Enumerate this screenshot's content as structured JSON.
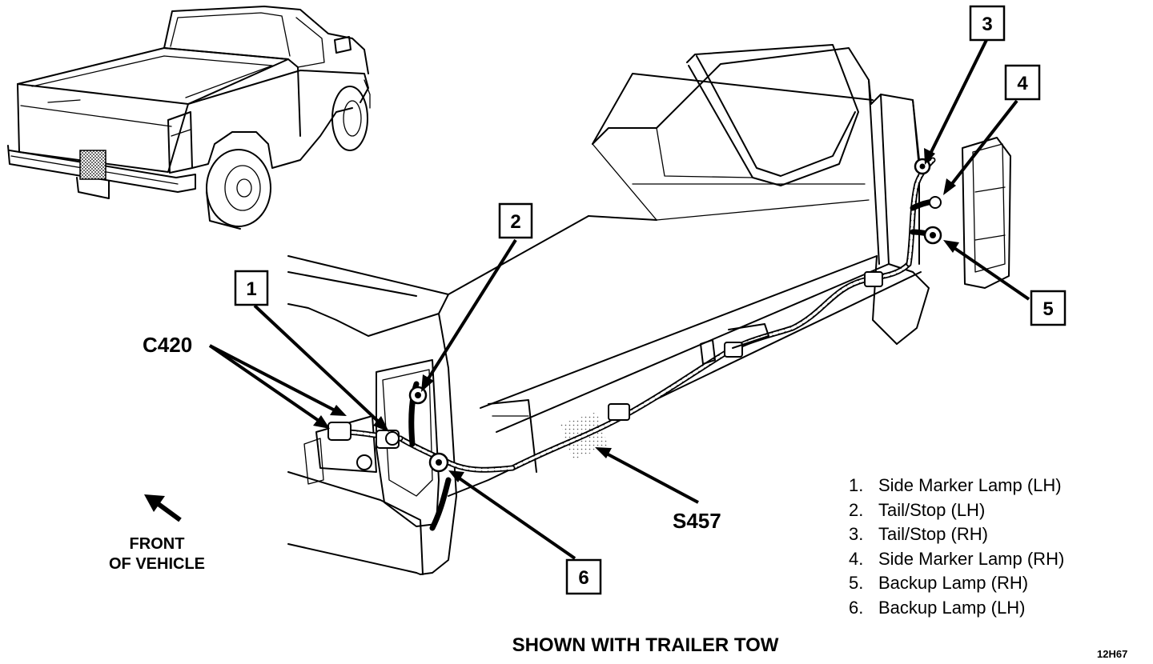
{
  "callouts": [
    {
      "id": "callout-1",
      "number": "1"
    },
    {
      "id": "callout-2",
      "number": "2"
    },
    {
      "id": "callout-3",
      "number": "3"
    },
    {
      "id": "callout-4",
      "number": "4"
    },
    {
      "id": "callout-5",
      "number": "5"
    },
    {
      "id": "callout-6",
      "number": "6"
    }
  ],
  "labels": {
    "connector": "C420",
    "splice": "S457",
    "front_line1": "FRONT",
    "front_line2": "OF VEHICLE",
    "caption": "SHOWN WITH TRAILER TOW",
    "figure_code": "12H67"
  },
  "legend": [
    {
      "num": "1.",
      "text": "Side Marker Lamp (LH)"
    },
    {
      "num": "2.",
      "text": "Tail/Stop (LH)"
    },
    {
      "num": "3.",
      "text": "Tail/Stop (RH)"
    },
    {
      "num": "4.",
      "text": "Side Marker Lamp (RH)"
    },
    {
      "num": "5.",
      "text": "Backup Lamp (RH)"
    },
    {
      "num": "6.",
      "text": "Backup Lamp (LH)"
    }
  ]
}
